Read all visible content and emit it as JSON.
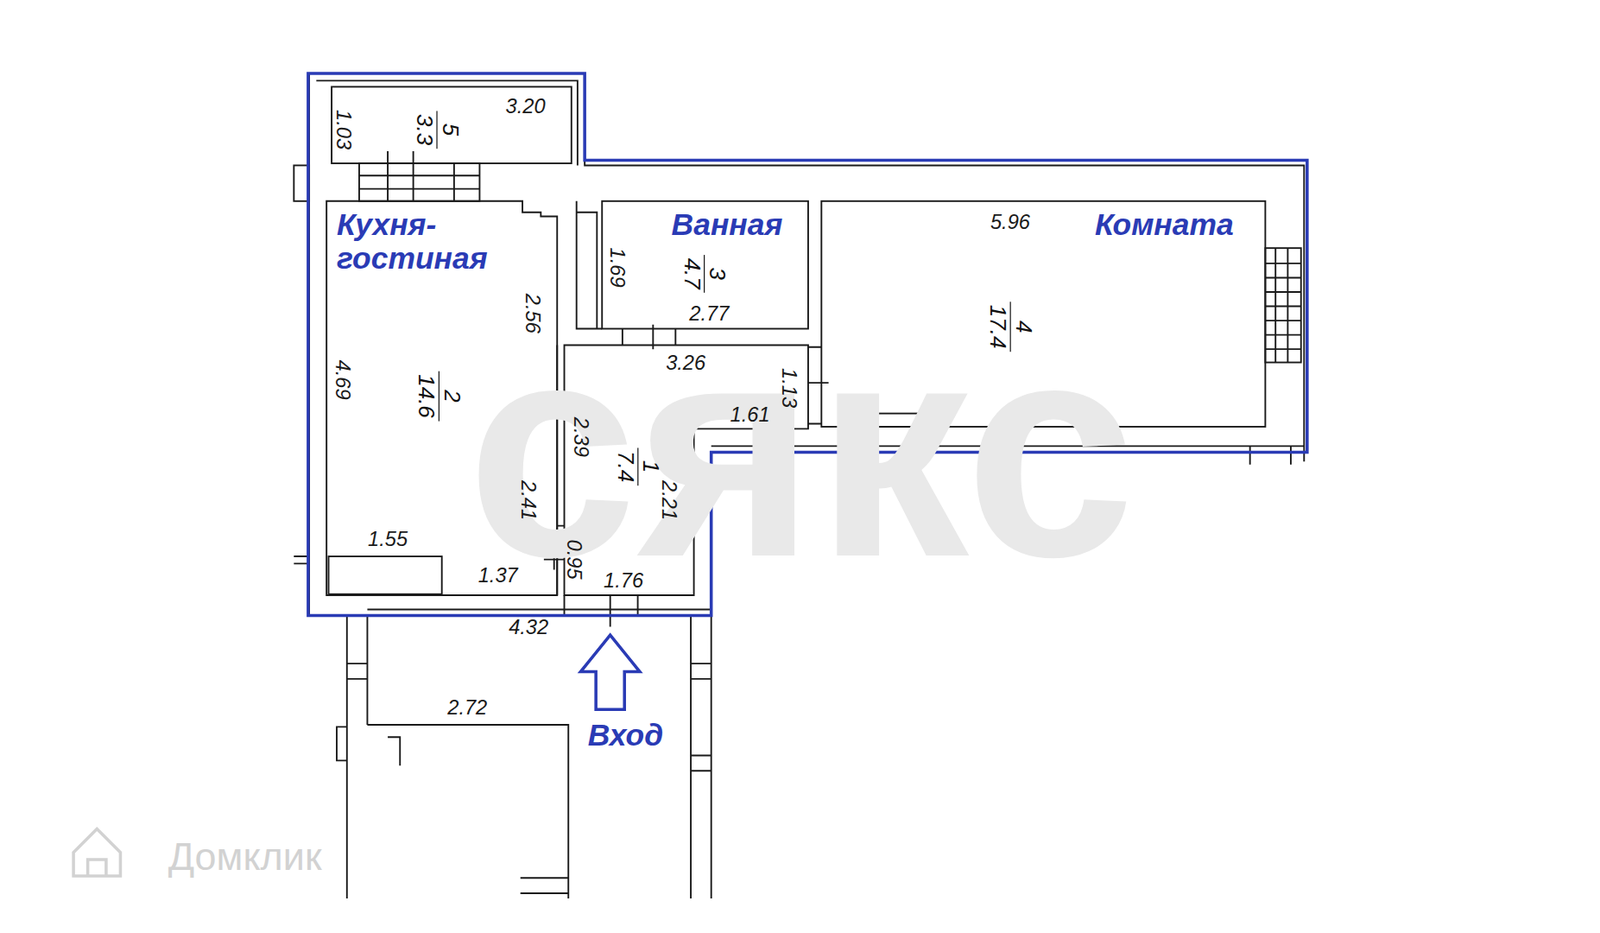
{
  "diagram": {
    "nodes": [
      {
        "text": [
          "5",
          "3.3"
        ]
      },
      {
        "text": [
          "Кухня-гостиная",
          "2",
          "14.6"
        ]
      },
      {
        "text": [
          "Ванная",
          "3",
          "4.7"
        ]
      },
      {
        "text": [
          "Комната",
          "4",
          "17.4"
        ]
      },
      {
        "text": [
          "1",
          "7.4"
        ]
      }
    ],
    "labels": [
      "3.20",
      "1.03",
      "1.69",
      "2.77",
      "5.96",
      "2.56",
      "3.26",
      "1.13",
      "4.69",
      "2.39",
      "1.61",
      "2.41",
      "2.21",
      "1.55",
      "1.37",
      "0.95",
      "1.76",
      "4.32",
      "2.72",
      "Вход",
      "сякс",
      "Домклик"
    ]
  }
}
